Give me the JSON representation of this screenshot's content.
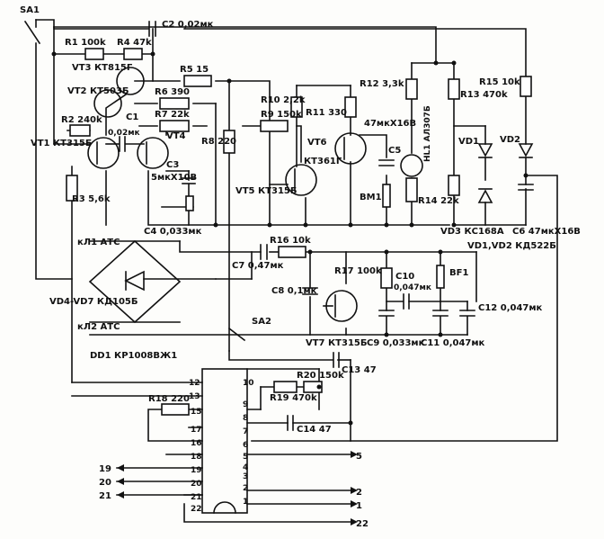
{
  "switches": {
    "sa1": "SA1",
    "sa2": "SA2"
  },
  "lines": {
    "l1": "кЛ1 АТС",
    "l2": "кЛ2 АТС"
  },
  "resistors": {
    "r1": "R1 100k",
    "r2": "R2 240k",
    "r3": "R3 5,6k",
    "r4": "R4 47k",
    "r5": "R5 15",
    "r6": "R6 390",
    "r7": "R7 22k",
    "r8": "R8 220",
    "r9": "R9 150k",
    "r10": "R10 2,2k",
    "r11": "R11 330",
    "r12": "R12 3,3k",
    "r13": "R13 470k",
    "r14": "R14 22k",
    "r15": "R15 10k",
    "r16": "R16 10k",
    "r17": "R17 100k",
    "r18": "R18 220",
    "r19": "R19 470k",
    "r20": "R20 150k"
  },
  "capacitors": {
    "c1": "C1",
    "c1v": "0,02мк",
    "c2": "C2 0,02мк",
    "c3": "C3",
    "c3v": "5мкХ10В",
    "c4": "C4 0,033мк",
    "c5": "C5",
    "c5v": "47мкХ16В",
    "c6": "C6 47мкХ16В",
    "c7": "C7 0,47мк",
    "c8": "C8 0,1мк",
    "c9": "C9 0,033мк",
    "c10": "C10",
    "c10v": "0,047мк",
    "c11": "C11 0,047мк",
    "c12": "C12 0,047мк",
    "c13": "C13 47",
    "c14": "C14 47"
  },
  "transistors": {
    "vt1": "VT1 КТ315Б",
    "vt2": "VT2 КТ503Б",
    "vt3": "VT3 КТ815Г",
    "vt4": "VT4",
    "vt5": "VT5 КТ315Б",
    "vt6": "VT6",
    "vt6type": "КТ361Г",
    "vt7": "VT7 КТ315Б"
  },
  "diodes": {
    "vd1": "VD1",
    "vd2": "VD2",
    "vd3": "VD3 КС168А",
    "vd12": "VD1,VD2 КД522Б",
    "vd47": "VD4-VD7 КД105Б",
    "hl1": "HL1 АЛ307Б"
  },
  "misc": {
    "bm1": "BM1",
    "bf1": "BF1",
    "dd1": "DD1 КР1008ВЖ1"
  },
  "chip_pins_left": [
    "12",
    "13",
    "15",
    "17",
    "16",
    "18",
    "19",
    "20",
    "21",
    "22"
  ],
  "chip_pins_right": [
    "10",
    "9",
    "8",
    "7",
    "6",
    "5",
    "4",
    "3",
    "2",
    "1"
  ],
  "outputs": {
    "o5": "5",
    "o2": "2",
    "o1": "1",
    "o22": "22"
  },
  "inputs": {
    "i19": "19",
    "i20": "20",
    "i21": "21"
  }
}
